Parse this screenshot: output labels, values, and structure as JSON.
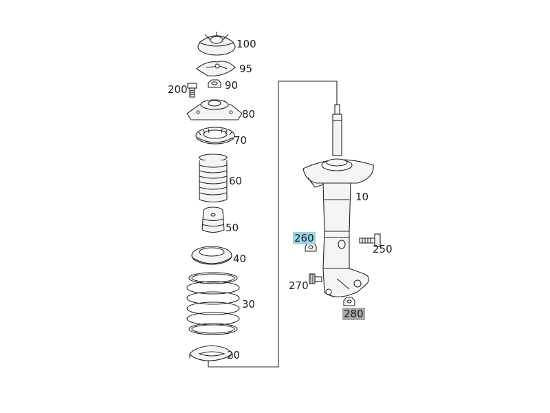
{
  "parts": [
    {
      "id": "p100",
      "label": "100"
    },
    {
      "id": "p95",
      "label": "95"
    },
    {
      "id": "p90",
      "label": "90"
    },
    {
      "id": "p200",
      "label": "200"
    },
    {
      "id": "p80",
      "label": "80"
    },
    {
      "id": "p70",
      "label": "70"
    },
    {
      "id": "p60",
      "label": "60"
    },
    {
      "id": "p50",
      "label": "50"
    },
    {
      "id": "p40",
      "label": "40"
    },
    {
      "id": "p30",
      "label": "30"
    },
    {
      "id": "p20",
      "label": "20"
    },
    {
      "id": "p10",
      "label": "10"
    },
    {
      "id": "p260",
      "label": "260",
      "highlight": "#9dd3e6"
    },
    {
      "id": "p250",
      "label": "250"
    },
    {
      "id": "p270",
      "label": "270"
    },
    {
      "id": "p280",
      "label": "280",
      "highlight": "#a8a8a8"
    }
  ],
  "colors": {
    "line": "#222222",
    "highlight_blue": "#9dd3e6",
    "highlight_grey": "#a8a8a8"
  }
}
